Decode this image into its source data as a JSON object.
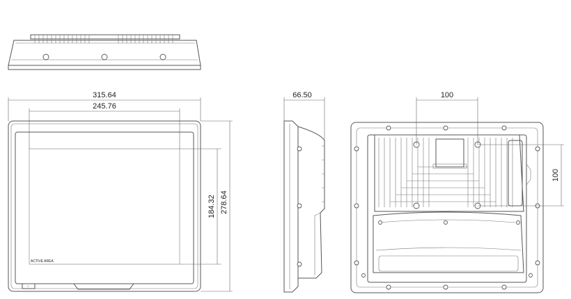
{
  "dimensions": {
    "overall_width": "315.64",
    "active_width": "245.76",
    "overall_height": "278.64",
    "active_height": "184.32",
    "depth": "66.50",
    "vesa_horizontal": "100",
    "vesa_vertical": "100"
  },
  "labels": {
    "active_area": "ACTIVE AREA"
  }
}
